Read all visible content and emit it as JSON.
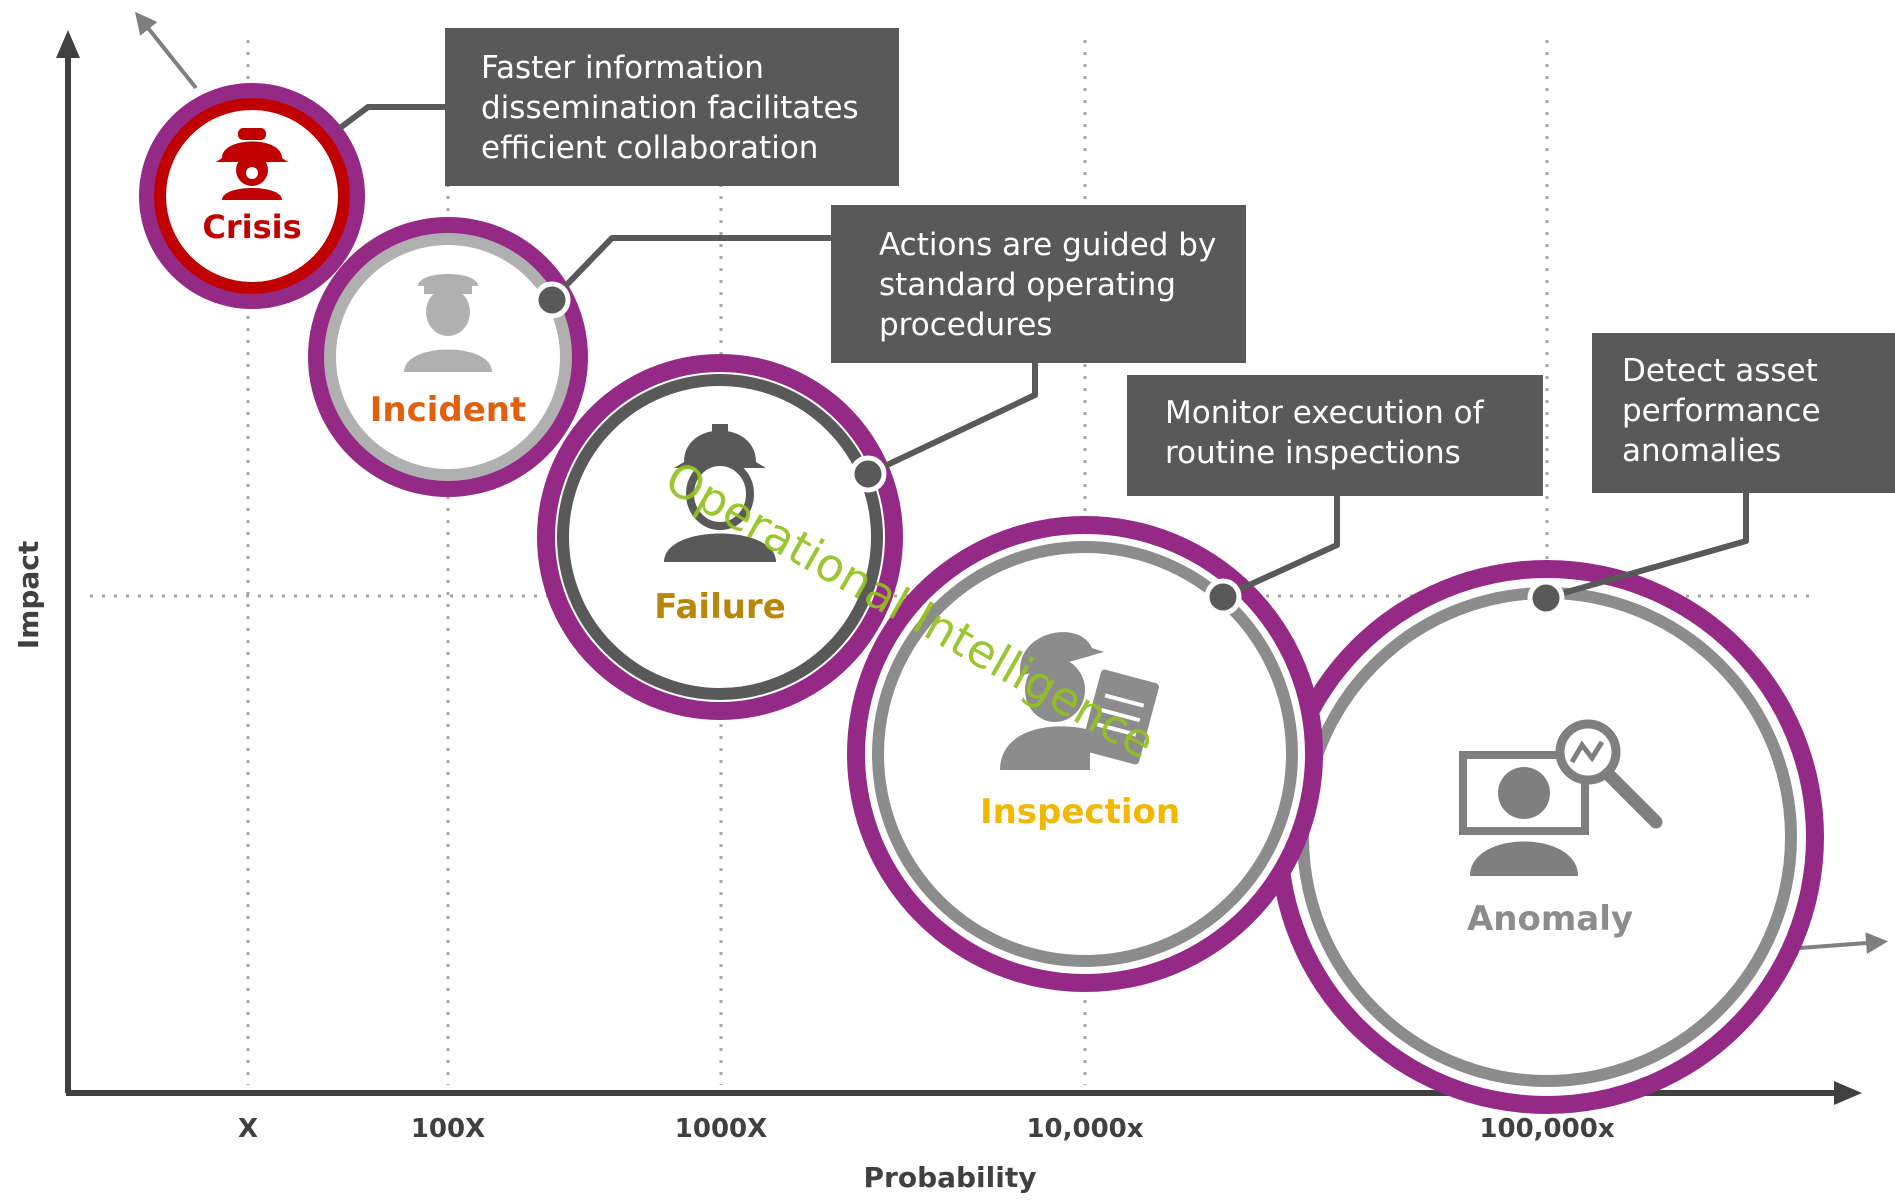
{
  "axes": {
    "x_label": "Probability",
    "y_label": "Impact",
    "x_ticks": [
      "X",
      "100X",
      "1000X",
      "10,000x",
      "100,000x"
    ]
  },
  "overlay_text": "Operational Intelligence",
  "stages": [
    {
      "label": "Crisis",
      "icon": "firefighter-icon",
      "label_color": "#c00000",
      "ring_color": "#c00000"
    },
    {
      "label": "Incident",
      "icon": "police-officer-icon",
      "label_color": "#e06010",
      "ring_color": "#b0b0b0"
    },
    {
      "label": "Failure",
      "icon": "construction-worker-icon",
      "label_color": "#b8860b",
      "ring_color": "#595959"
    },
    {
      "label": "Inspection",
      "icon": "inspector-clipboard-icon",
      "label_color": "#f2b800",
      "ring_color": "#8c8c8c"
    },
    {
      "label": "Anomaly",
      "icon": "analyst-monitor-icon",
      "label_color": "#8c8c8c",
      "ring_color": "#8c8c8c"
    }
  ],
  "callouts": [
    "Faster information\ndissemination facilitates\nefficient collaboration",
    "Actions are guided by\nstandard operating\nprocedures",
    "Monitor execution of\nroutine inspections",
    "Detect asset\nperformance\nanomalies"
  ],
  "colors": {
    "outer_ring": "#952a86",
    "axis": "#404040",
    "gridline": "#a6a6a6",
    "callout_bg": "#595959",
    "overlay_text": "#92c01f"
  }
}
